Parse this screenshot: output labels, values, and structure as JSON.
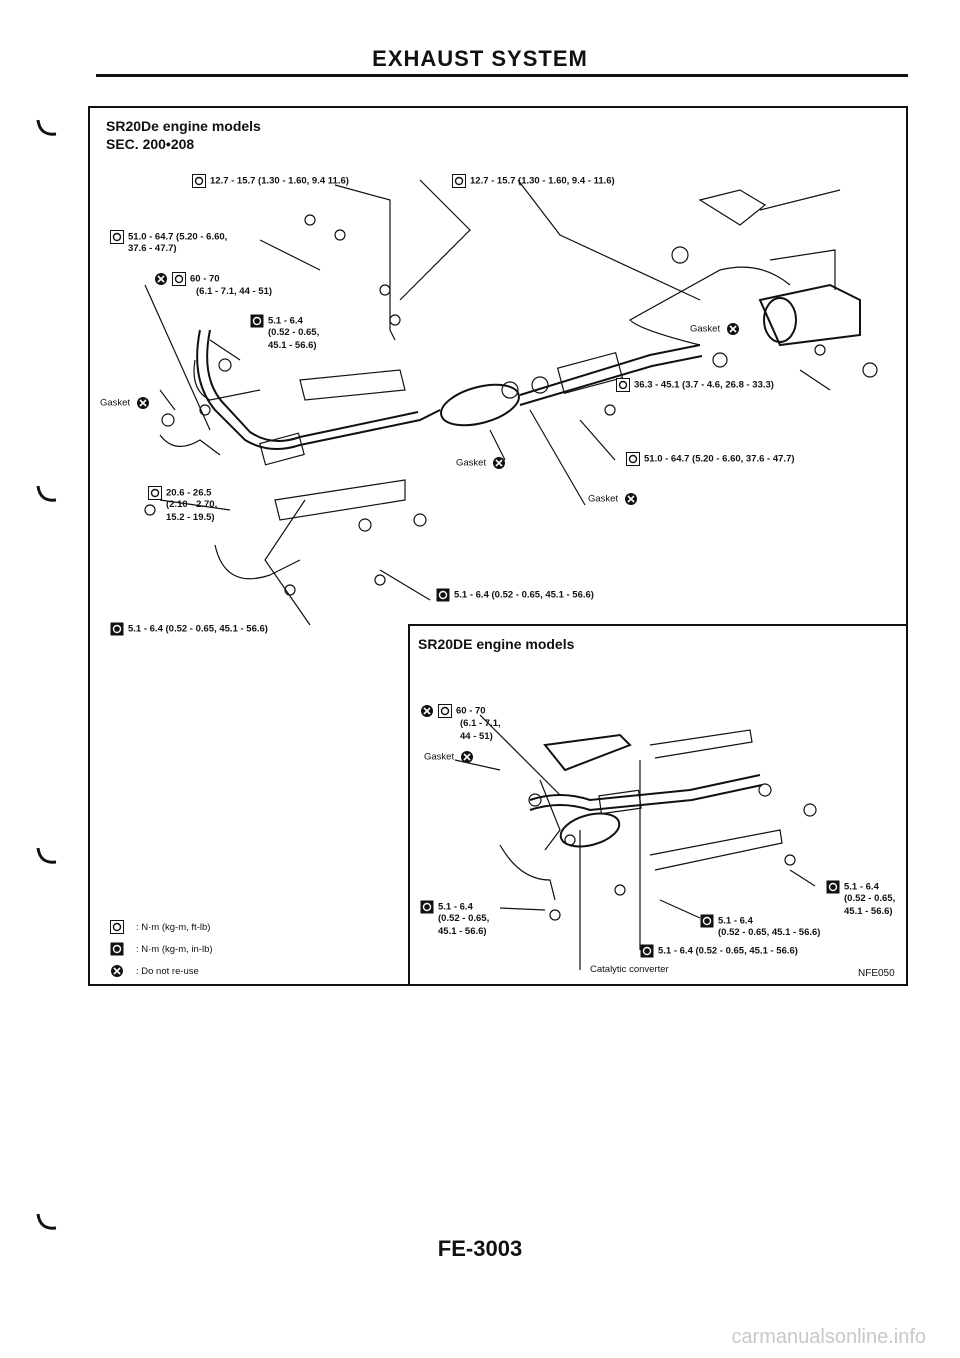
{
  "page": {
    "title": "EXHAUST SYSTEM",
    "page_number": "FE-3003",
    "figure_code": "NFE050",
    "watermark": "carmanualsonline.info"
  },
  "section_a": {
    "heading": "SR20De engine models",
    "sec": "SEC. 200•208",
    "torque_1": "12.7 - 15.7 (1.30 - 1.60, 9.4 11.6)",
    "torque_2": "12.7 - 15.7 (1.30 - 1.60, 9.4 - 11.6)",
    "torque_3a": "51.0 - 64.7 (5.20 - 6.60,",
    "torque_3b": "37.6 - 47.7)",
    "torque_4a": "60 - 70",
    "torque_4b": "(6.1 - 7.1, 44 - 51)",
    "torque_5a": "5.1 - 6.4",
    "torque_5b": "(0.52 - 0.65,",
    "torque_5c": "45.1 - 56.6)",
    "gasket_left": "Gasket",
    "gasket_right": "Gasket",
    "torque_6": "36.3 - 45.1 (3.7 - 4.6, 26.8 - 33.3)",
    "gasket_mid": "Gasket",
    "torque_7": "51.0 - 64.7 (5.20 - 6.60, 37.6 - 47.7)",
    "gasket_mid2": "Gasket",
    "torque_8a": "20.6 - 26.5",
    "torque_8b": "(2.10 - 2.70,",
    "torque_8c": "15.2 - 19.5)",
    "torque_9": "5.1 - 6.4 (0.52 - 0.65, 45.1 - 56.6)",
    "torque_10": "5.1 - 6.4 (0.52 - 0.65, 45.1 - 56.6)"
  },
  "section_b": {
    "heading": "SR20DE engine models",
    "torque_1a": "60 - 70",
    "torque_1b": "(6.1 - 7.1,",
    "torque_1c": "44 - 51)",
    "gasket": "Gasket",
    "torque_2a": "5.1 - 6.4",
    "torque_2b": "(0.52 - 0.65,",
    "torque_2c": "45.1 - 56.6)",
    "torque_3a": "5.1 - 6.4",
    "torque_3b": "(0.52 - 0.65, 45.1 - 56.6)",
    "torque_4": "5.1 - 6.4 (0.52 - 0.65, 45.1 - 56.6)",
    "torque_5a": "5.1 - 6.4",
    "torque_5b": "(0.52 - 0.65,",
    "torque_5c": "45.1 - 56.6)",
    "catalytic": "Catalytic converter"
  },
  "legend": [
    {
      "icon": "torque-ftlb-icon",
      "text": ": N·m (kg-m, ft-lb)"
    },
    {
      "icon": "torque-inlb-icon",
      "text": ": N·m (kg-m, in-lb)"
    },
    {
      "icon": "do-not-reuse-icon",
      "text": ": Do not re-use"
    }
  ]
}
